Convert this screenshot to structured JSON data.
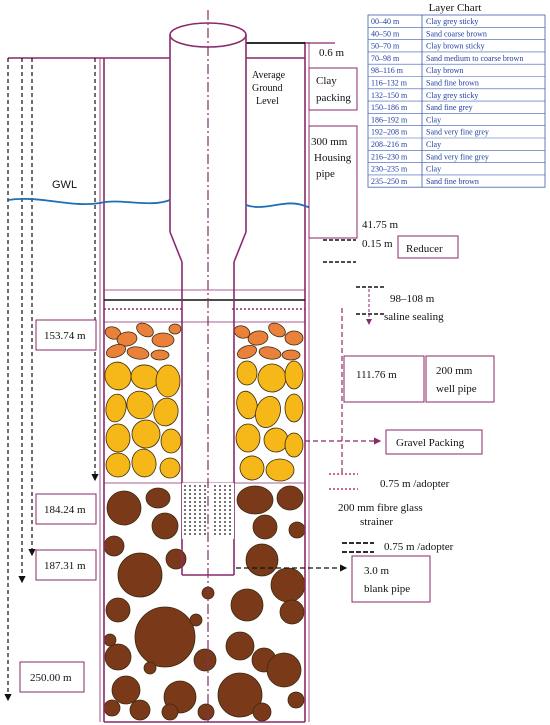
{
  "layer_chart": {
    "title": "Layer Chart",
    "rows": [
      {
        "depth": "00–40 m",
        "desc": "Clay grey sticky"
      },
      {
        "depth": "40–50 m",
        "desc": "Sand coarse brown"
      },
      {
        "depth": "50–70 m",
        "desc": "Clay brown sticky"
      },
      {
        "depth": "70–98 m",
        "desc": "Sand medium to coarse brown"
      },
      {
        "depth": "98–116 m",
        "desc": "Clay brown"
      },
      {
        "depth": "116–132 m",
        "desc": "Sand fine brown"
      },
      {
        "depth": "132–150 m",
        "desc": "Clay grey sticky"
      },
      {
        "depth": "150–186 m",
        "desc": "Sand fine grey"
      },
      {
        "depth": "186–192 m",
        "desc": "Clay"
      },
      {
        "depth": "192–208 m",
        "desc": "Sand very fine grey"
      },
      {
        "depth": "208–216 m",
        "desc": "Clay"
      },
      {
        "depth": "216–230 m",
        "desc": "Sand very fine grey"
      },
      {
        "depth": "230–235 m",
        "desc": "Clay"
      },
      {
        "depth": "235–250 m",
        "desc": "Sand fine brown"
      }
    ]
  },
  "labels": {
    "gwl": "GWL",
    "top_offset": "0.6 m",
    "avg_ground_1": "Average",
    "avg_ground_2": "Ground",
    "avg_ground_3": "Level",
    "clay_packing_1": "Clay",
    "clay_packing_2": "packing",
    "housing_1": "300 mm",
    "housing_2": "Housing",
    "housing_3": "pipe",
    "depth_4175": "41.75 m",
    "reducer_len": "0.15 m",
    "reducer": "Reducer",
    "saline_1": "98–108 m",
    "saline_2": "saline sealing",
    "d_15374": "153.74 m",
    "d_11176": "111.76 m",
    "well_pipe_1": "200 mm",
    "well_pipe_2": "well pipe",
    "gravel": "Gravel Packing",
    "adopter_1": "0.75 m /adopter",
    "strainer_1": "200 mm fibre glass",
    "strainer_2": "strainer",
    "d_18424": "184.24 m",
    "adopter_2": "0.75 m /adopter",
    "d_18731": "187.31 m",
    "blank_1": "3.0 m",
    "blank_2": "blank pipe",
    "d_25000": "250.00 m"
  },
  "colors": {
    "frame": "#8b2a6b",
    "gwl": "#1f6fb5",
    "clay_orange": "#e9813a",
    "gravel_yellow": "#f5b818",
    "boulder_brown": "#7a3a1a",
    "table_text": "#1f3fa0"
  }
}
